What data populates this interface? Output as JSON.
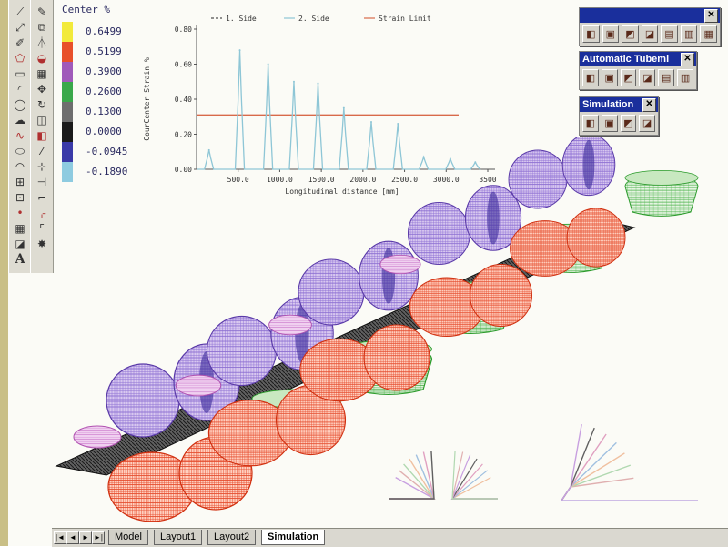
{
  "toolbar_left_1": [
    {
      "icon": "line-icon",
      "glyph": "⟋"
    },
    {
      "icon": "construction-line-icon",
      "glyph": "⤢"
    },
    {
      "icon": "polyline-icon",
      "glyph": "✐"
    },
    {
      "icon": "polygon-icon",
      "glyph": "⬠"
    },
    {
      "icon": "rectangle-icon",
      "glyph": "▭"
    },
    {
      "icon": "arc-icon",
      "glyph": "◜"
    },
    {
      "icon": "circle-icon",
      "glyph": "◯"
    },
    {
      "icon": "revision-cloud-icon",
      "glyph": "☁"
    },
    {
      "icon": "spline-icon",
      "glyph": "∿"
    },
    {
      "icon": "ellipse-icon",
      "glyph": "⬭"
    },
    {
      "icon": "ellipse-arc-icon",
      "glyph": "◠"
    },
    {
      "icon": "insert-block-icon",
      "glyph": "⊞"
    },
    {
      "icon": "make-block-icon",
      "glyph": "⊡"
    },
    {
      "icon": "point-icon",
      "glyph": "•"
    },
    {
      "icon": "hatch-icon",
      "glyph": "▦"
    },
    {
      "icon": "region-icon",
      "glyph": "◪"
    },
    {
      "icon": "multiline-text-icon",
      "glyph": "A"
    }
  ],
  "toolbar_left_2": [
    {
      "icon": "erase-icon",
      "glyph": "✎"
    },
    {
      "icon": "copy-icon",
      "glyph": "⧉"
    },
    {
      "icon": "mirror-icon",
      "glyph": "⏃"
    },
    {
      "icon": "offset-icon",
      "glyph": "◒"
    },
    {
      "icon": "array-icon",
      "glyph": "▦"
    },
    {
      "icon": "move-icon",
      "glyph": "✥"
    },
    {
      "icon": "rotate-icon",
      "glyph": "↻"
    },
    {
      "icon": "scale-icon",
      "glyph": "◫"
    },
    {
      "icon": "stretch-icon",
      "glyph": "◧"
    },
    {
      "icon": "lengthen-icon",
      "glyph": "⁄"
    },
    {
      "icon": "trim-icon",
      "glyph": "⊹"
    },
    {
      "icon": "extend-icon",
      "glyph": "⊣"
    },
    {
      "icon": "break-icon",
      "glyph": "⌐"
    },
    {
      "icon": "chamfer-icon",
      "glyph": "⌌"
    },
    {
      "icon": "fillet-icon",
      "glyph": "⌜"
    },
    {
      "icon": "explode-icon",
      "glyph": "✸"
    }
  ],
  "legend": {
    "title": "Center %",
    "entries": [
      {
        "value": "0.6499",
        "color": "#f2ea3a"
      },
      {
        "value": "0.5199",
        "color": "#e8502a"
      },
      {
        "value": "0.3900",
        "color": "#a05aba"
      },
      {
        "value": "0.2600",
        "color": "#3aa84a"
      },
      {
        "value": "0.1300",
        "color": "#6e6e6e"
      },
      {
        "value": "0.0000",
        "color": "#1a1a1a"
      },
      {
        "value": "-0.0945",
        "color": "#3a3aa8"
      },
      {
        "value": "-0.1890",
        "color": "#8ecbe0"
      }
    ]
  },
  "chart_data": {
    "type": "line",
    "title": "",
    "xlabel": "Longitudinal distance [mm]",
    "ylabel": "CourCenter Strain %",
    "xlim": [
      0,
      3500
    ],
    "ylim": [
      0,
      0.8
    ],
    "x_ticks": [
      "500.0",
      "1000.0",
      "1500.0",
      "2000.0",
      "2500.0",
      "3000.0",
      "3500"
    ],
    "y_ticks": [
      "0.00",
      "0.20",
      "0.40",
      "0.60",
      "0.80"
    ],
    "legend_position": "top",
    "series": [
      {
        "name": "1. Side",
        "color": "#505050",
        "style": "dashed",
        "values": []
      },
      {
        "name": "2. Side",
        "color": "#8ec6d6",
        "style": "solid",
        "peaks": [
          {
            "x": 150,
            "y": 0.11
          },
          {
            "x": 520,
            "y": 0.68
          },
          {
            "x": 860,
            "y": 0.6
          },
          {
            "x": 1170,
            "y": 0.5
          },
          {
            "x": 1460,
            "y": 0.49
          },
          {
            "x": 1770,
            "y": 0.35
          },
          {
            "x": 2100,
            "y": 0.27
          },
          {
            "x": 2420,
            "y": 0.26
          },
          {
            "x": 2730,
            "y": 0.07
          },
          {
            "x": 3050,
            "y": 0.06
          },
          {
            "x": 3350,
            "y": 0.04
          }
        ]
      },
      {
        "name": "Strain Limit",
        "color": "#d86a4a",
        "style": "solid",
        "values": [
          0.31,
          0.31
        ]
      }
    ]
  },
  "float_toolbar_1": {
    "title": "",
    "buttons": [
      "3d-orbit-icon",
      "view-icon",
      "render-icon",
      "shade-icon",
      "light-icon",
      "material-icon",
      "scene-icon"
    ]
  },
  "float_toolbar_2": {
    "title": "Automatic Tubemi",
    "buttons": [
      "tube-icon",
      "roll-icon",
      "stand-icon",
      "table-icon",
      "export-icon",
      "print-icon"
    ]
  },
  "float_toolbar_3": {
    "title": "Simulation",
    "buttons": [
      "sim-run-icon",
      "sim-chart-icon",
      "sim-step-icon",
      "sim-stop-icon"
    ]
  },
  "tabs": {
    "nav": [
      "|◄",
      "◄",
      "►",
      "►|"
    ],
    "items": [
      {
        "label": "Model",
        "active": false
      },
      {
        "label": "Layout1",
        "active": false
      },
      {
        "label": "Layout2",
        "active": false
      },
      {
        "label": "Simulation",
        "active": true
      }
    ]
  }
}
